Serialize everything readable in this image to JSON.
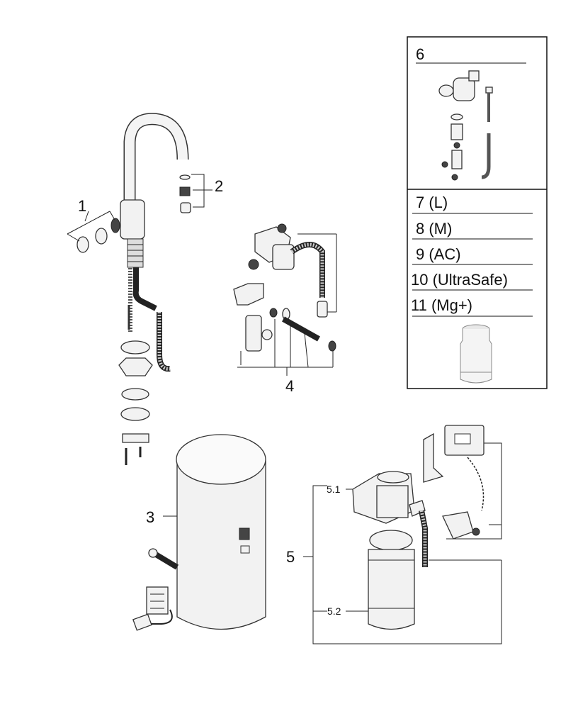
{
  "diagram": {
    "callouts": {
      "c1": "1",
      "c2": "2",
      "c3": "3",
      "c4": "4",
      "c5": "5",
      "c5_1": "5.1",
      "c5_2": "5.2"
    },
    "legend_box": {
      "c6": "6",
      "items": [
        "7 (L)",
        "8 (M)",
        "9 (AC)",
        "10 (UltraSafe)",
        "11 (Mg+)"
      ]
    }
  }
}
